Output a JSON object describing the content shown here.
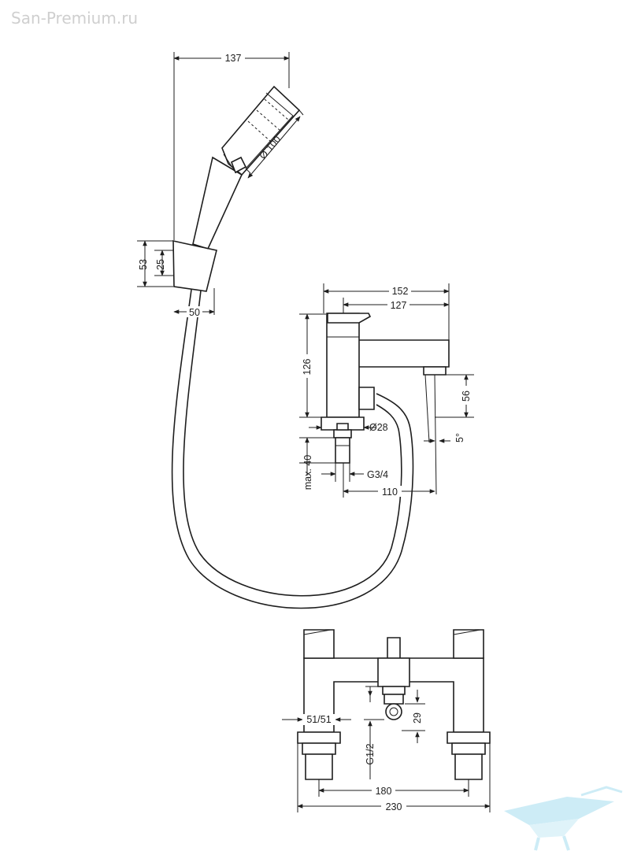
{
  "watermark": {
    "text": "San-Premium.ru"
  },
  "colors": {
    "line": "#1e1e1e",
    "watermark": "#cfcfcf",
    "logo": "#bde6f3"
  },
  "logo": {
    "icon": "bathtub-logo-icon"
  },
  "dimensions": {
    "handshower_width": "137",
    "handshower_diameter": "Ø 100",
    "holder_height_outer": "53",
    "holder_height_inner": "25",
    "holder_width": "50",
    "spout_total_length": "152",
    "spout_length": "127",
    "body_height": "126",
    "spout_clearance": "56",
    "body_diameter": "Ø28",
    "spout_angle": "5°",
    "max_length": "max. 40",
    "thread_main": "G3/4",
    "hose_offset": "110",
    "valve_size": "51/51",
    "thread_diverter": "G1/2",
    "diverter_depth": "29",
    "center_distance": "180",
    "total_width": "230"
  }
}
